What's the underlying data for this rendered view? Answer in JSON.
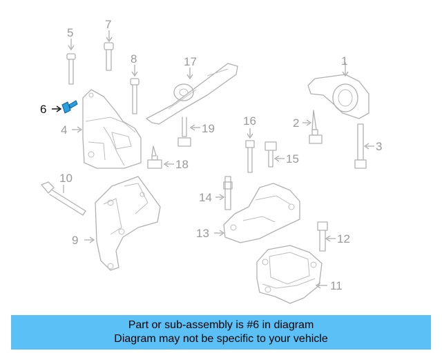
{
  "callouts": {
    "c1": "1",
    "c2": "2",
    "c3": "3",
    "c4": "4",
    "c5": "5",
    "c6": "6",
    "c7": "7",
    "c8": "8",
    "c9": "9",
    "c10": "10",
    "c11": "11",
    "c12": "12",
    "c13": "13",
    "c14": "14",
    "c15": "15",
    "c16": "16",
    "c17": "17",
    "c18": "18",
    "c19": "19"
  },
  "highlighted_part": "6",
  "colors": {
    "highlight": "#2a9fe0",
    "banner": "#5bc0f5",
    "parts": "#b0b0b0"
  },
  "banner": {
    "line1": "Part or sub-assembly is #6 in diagram",
    "line2": "Diagram may not be specific to your vehicle"
  }
}
